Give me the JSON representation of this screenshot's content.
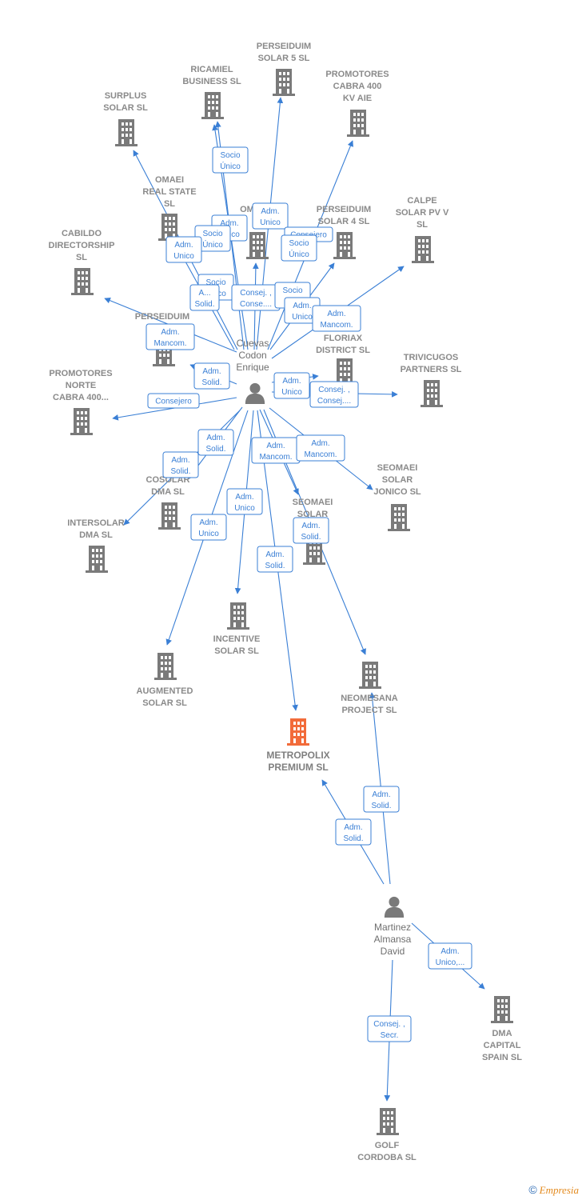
{
  "colors": {
    "edge": "#3a7fd5",
    "company": "#7a7a7a",
    "focus_company": "#f26b3a",
    "person": "#7a7a7a",
    "footer": "#e38a1e"
  },
  "footer": {
    "copyright_symbol": "©",
    "brand": "Empresia"
  },
  "nodes": [
    {
      "id": "perseiduim5",
      "kind": "company",
      "lines": [
        "PERSEIDUIM",
        "SOLAR 5  SL"
      ]
    },
    {
      "id": "ricamiel",
      "kind": "company",
      "lines": [
        "RICAMIEL",
        "BUSINESS  SL"
      ]
    },
    {
      "id": "promotores400",
      "kind": "company",
      "lines": [
        "PROMOTORES",
        "CABRA 400",
        "KV AIE"
      ]
    },
    {
      "id": "surplus",
      "kind": "company",
      "lines": [
        "SURPLUS",
        "SOLAR  SL"
      ]
    },
    {
      "id": "omaei_real",
      "kind": "company",
      "lines": [
        "OMAEI",
        "REAL STATE",
        "SL"
      ]
    },
    {
      "id": "oma",
      "kind": "company",
      "lines": [
        "OM"
      ]
    },
    {
      "id": "perseiduim4",
      "kind": "company",
      "lines": [
        "PERSEIDUIM",
        "SOLAR 4  SL"
      ]
    },
    {
      "id": "calpe",
      "kind": "company",
      "lines": [
        "CALPE",
        "SOLAR PV V",
        "SL"
      ]
    },
    {
      "id": "cabildo",
      "kind": "company",
      "lines": [
        "CABILDO",
        "DIRECTORSHIP",
        "SL"
      ]
    },
    {
      "id": "perseiduim_so",
      "kind": "company",
      "lines": [
        "PERSEIDUIM",
        "SO"
      ]
    },
    {
      "id": "floriax",
      "kind": "company",
      "lines": [
        "FLORIAX",
        "DISTRICT  SL"
      ]
    },
    {
      "id": "trivicugos",
      "kind": "company",
      "lines": [
        "TRIVICUGOS",
        "PARTNERS  SL"
      ]
    },
    {
      "id": "promotores_norte",
      "kind": "company",
      "lines": [
        "PROMOTORES",
        "NORTE",
        "CABRA 400..."
      ]
    },
    {
      "id": "cosolar",
      "kind": "company",
      "lines": [
        "COSOLAR",
        "DMA  SL"
      ]
    },
    {
      "id": "seomaei_jonico",
      "kind": "company",
      "lines": [
        "SEOMAEI",
        "SOLAR",
        "JONICO  SL"
      ]
    },
    {
      "id": "seomaei_b",
      "kind": "company",
      "lines": [
        "SEOMAEI",
        "SOLAR",
        "B...  SL"
      ]
    },
    {
      "id": "intersolar",
      "kind": "company",
      "lines": [
        "INTERSOLAR",
        "DMA  SL"
      ]
    },
    {
      "id": "incentive",
      "kind": "company",
      "lines": [
        "INCENTIVE",
        "SOLAR  SL"
      ]
    },
    {
      "id": "augmented",
      "kind": "company",
      "lines": [
        "AUGMENTED",
        "SOLAR  SL"
      ]
    },
    {
      "id": "neomesana",
      "kind": "company",
      "lines": [
        "NEOMESANA",
        "PROJECT  SL"
      ]
    },
    {
      "id": "metropolix",
      "kind": "focus",
      "lines": [
        "METROPOLIX",
        "PREMIUM  SL"
      ]
    },
    {
      "id": "dma_capital",
      "kind": "company",
      "lines": [
        "DMA",
        "CAPITAL",
        "SPAIN  SL"
      ]
    },
    {
      "id": "golf",
      "kind": "company",
      "lines": [
        "GOLF",
        "CORDOBA  SL"
      ]
    },
    {
      "id": "cuevas",
      "kind": "person",
      "lines": [
        "Cuevas",
        "Codon",
        "Enrique"
      ]
    },
    {
      "id": "martinez",
      "kind": "person",
      "lines": [
        "Martinez",
        "Almansa",
        "David"
      ]
    }
  ],
  "edges": [
    {
      "from": "cuevas",
      "to": "perseiduim5"
    },
    {
      "from": "cuevas",
      "to": "ricamiel"
    },
    {
      "from": "cuevas",
      "to": "ricamiel"
    },
    {
      "from": "cuevas",
      "to": "promotores400"
    },
    {
      "from": "cuevas",
      "to": "surplus"
    },
    {
      "from": "cuevas",
      "to": "omaei_real"
    },
    {
      "from": "cuevas",
      "to": "oma"
    },
    {
      "from": "cuevas",
      "to": "perseiduim4"
    },
    {
      "from": "cuevas",
      "to": "calpe"
    },
    {
      "from": "cuevas",
      "to": "cabildo"
    },
    {
      "from": "cuevas",
      "to": "perseiduim_so"
    },
    {
      "from": "cuevas",
      "to": "floriax"
    },
    {
      "from": "cuevas",
      "to": "trivicugos"
    },
    {
      "from": "cuevas",
      "to": "promotores_norte"
    },
    {
      "from": "cuevas",
      "to": "cosolar"
    },
    {
      "from": "cuevas",
      "to": "intersolar"
    },
    {
      "from": "cuevas",
      "to": "seomaei_jonico"
    },
    {
      "from": "cuevas",
      "to": "seomaei_b"
    },
    {
      "from": "cuevas",
      "to": "incentive"
    },
    {
      "from": "cuevas",
      "to": "augmented"
    },
    {
      "from": "cuevas",
      "to": "neomesana"
    },
    {
      "from": "cuevas",
      "to": "metropolix"
    },
    {
      "from": "martinez",
      "to": "neomesana"
    },
    {
      "from": "martinez",
      "to": "metropolix"
    },
    {
      "from": "martinez",
      "to": "dma_capital"
    },
    {
      "from": "martinez",
      "to": "golf"
    }
  ],
  "role_labels": [
    {
      "id": "r1",
      "lines": [
        "Socio",
        "Único"
      ]
    },
    {
      "id": "r2",
      "lines": [
        "Adm.",
        "Unico"
      ]
    },
    {
      "id": "r3",
      "lines": [
        "Adm.",
        "Unico"
      ]
    },
    {
      "id": "r4",
      "lines": [
        "Socio",
        "Único"
      ]
    },
    {
      "id": "r5",
      "lines": [
        "Adm.",
        "Unico"
      ]
    },
    {
      "id": "r6",
      "lines": [
        "Consejero"
      ]
    },
    {
      "id": "r7",
      "lines": [
        "Socio",
        "Único"
      ]
    },
    {
      "id": "r8",
      "lines": [
        "Socio",
        "Único"
      ]
    },
    {
      "id": "r9",
      "lines": [
        "A...",
        "Solid."
      ]
    },
    {
      "id": "r10",
      "lines": [
        "Consej. ,",
        "Conse...."
      ]
    },
    {
      "id": "r11",
      "lines": [
        "Socio",
        "U..."
      ]
    },
    {
      "id": "r12",
      "lines": [
        "Adm.",
        "Unico"
      ]
    },
    {
      "id": "r13",
      "lines": [
        "Adm.",
        "Mancom."
      ]
    },
    {
      "id": "r14",
      "lines": [
        "Adm.",
        "Mancom."
      ]
    },
    {
      "id": "r15",
      "lines": [
        "Adm.",
        "Solid."
      ]
    },
    {
      "id": "r16",
      "lines": [
        "Adm.",
        "Unico"
      ]
    },
    {
      "id": "r17",
      "lines": [
        "Consej. ,",
        "Consej...."
      ]
    },
    {
      "id": "r18",
      "lines": [
        "Consejero"
      ]
    },
    {
      "id": "r19",
      "lines": [
        "Adm.",
        "Solid."
      ]
    },
    {
      "id": "r20",
      "lines": [
        "Adm.",
        "Solid."
      ]
    },
    {
      "id": "r21",
      "lines": [
        "Adm.",
        "Mancom."
      ]
    },
    {
      "id": "r22",
      "lines": [
        "Adm.",
        "Mancom."
      ]
    },
    {
      "id": "r23",
      "lines": [
        "Adm.",
        "Unico"
      ]
    },
    {
      "id": "r24",
      "lines": [
        "Adm.",
        "Unico"
      ]
    },
    {
      "id": "r25",
      "lines": [
        "Adm.",
        "Solid."
      ]
    },
    {
      "id": "r26",
      "lines": [
        "Adm.",
        "Solid."
      ]
    },
    {
      "id": "r27",
      "lines": [
        "Adm.",
        "Solid."
      ]
    },
    {
      "id": "r28",
      "lines": [
        "Adm.",
        "Solid."
      ]
    },
    {
      "id": "r29",
      "lines": [
        "Adm.",
        "Unico,..."
      ]
    },
    {
      "id": "r30",
      "lines": [
        "Consej. ,",
        "Secr."
      ]
    }
  ]
}
